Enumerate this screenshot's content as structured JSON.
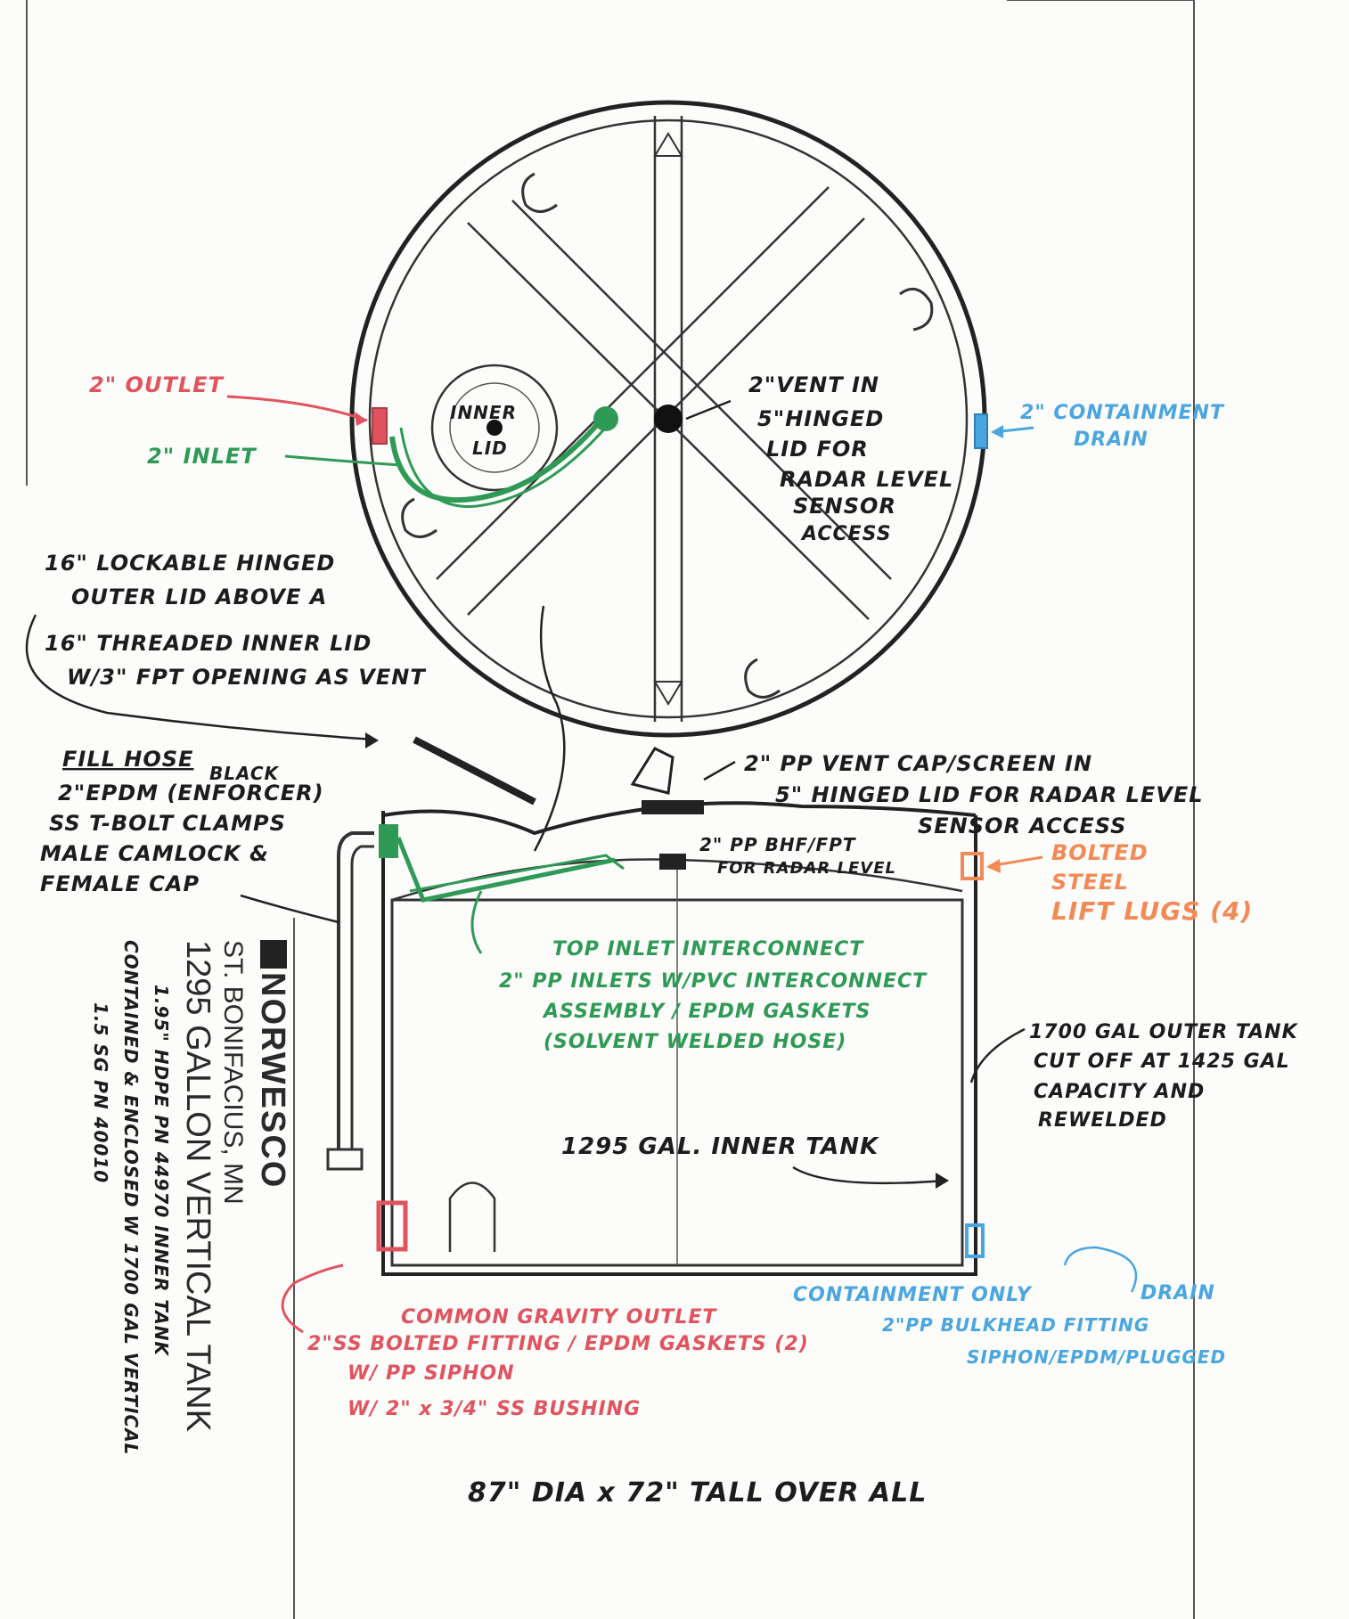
{
  "colors": {
    "ink": "#1c1c1c",
    "outlet_red": "#e0545f",
    "inlet_green": "#2f9a56",
    "drain_blue": "#4aa6e0",
    "lug_orange": "#f28a55"
  },
  "top_view": {
    "outlet": "2\" OUTLET",
    "inlet": "2\" INLET",
    "inner_lid": [
      "INNER",
      "LID"
    ],
    "vent": [
      "2\"VENT IN",
      "5\"HINGED",
      "LID FOR",
      "RADAR LEVEL",
      "SENSOR",
      "ACCESS"
    ],
    "containment_drain": [
      "2\" CONTAINMENT",
      "DRAIN"
    ]
  },
  "lids": {
    "outer": [
      "16\" LOCKABLE HINGED",
      "OUTER LID ABOVE A"
    ],
    "inner": [
      "16\" THREADED INNER LID",
      "W/3\" FPT OPENING AS VENT"
    ]
  },
  "fill_hose": {
    "title": "FILL HOSE",
    "color_note": "BLACK",
    "lines": [
      "2\"EPDM (ENFORCER)",
      "SS T-BOLT CLAMPS",
      "MALE CAMLOCK &",
      "FEMALE CAP"
    ]
  },
  "side_view": {
    "vent_cap": [
      "2\" PP VENT CAP/SCREEN IN",
      "5\" HINGED LID FOR RADAR LEVEL",
      "SENSOR ACCESS"
    ],
    "bhf": [
      "2\" PP BHF/FPT",
      "FOR RADAR LEVEL"
    ],
    "lift_lugs": [
      "BOLTED",
      "STEEL",
      "LIFT LUGS (4)"
    ],
    "top_inlet": [
      "TOP INLET INTERCONNECT",
      "2\" PP INLETS W/PVC INTERCONNECT",
      "ASSEMBLY / EPDM GASKETS",
      "(SOLVENT WELDED HOSE)"
    ],
    "outer_tank": [
      "1700 GAL OUTER TANK",
      "CUT OFF AT 1425 GAL",
      "CAPACITY AND",
      "REWELDED"
    ],
    "inner_tank": "1295 GAL. INNER TANK",
    "gravity_outlet": [
      "COMMON GRAVITY OUTLET",
      "2\"SS BOLTED FITTING / EPDM GASKETS (2)",
      "W/ PP SIPHON",
      "W/ 2\" x 3/4\" SS BUSHING"
    ],
    "containment_only": [
      "CONTAINMENT ONLY",
      "DRAIN",
      "2\"PP BULKHEAD FITTING",
      "SIPHON/EPDM/PLUGGED"
    ],
    "dimensions": "87\" DIA  x  72\" TALL  OVER ALL"
  },
  "title_block": {
    "brand": "NORWESCO",
    "location": "ST. BONIFACIUS, MN",
    "product": "1295 GALLON VERTICAL TANK",
    "spec1": "1.95\" HDPE   PN 44970 INNER TANK",
    "spec2": "CONTAINED & ENCLOSED W 1700 GAL VERTICAL",
    "spec3": "1.5 SG PN 40010"
  }
}
